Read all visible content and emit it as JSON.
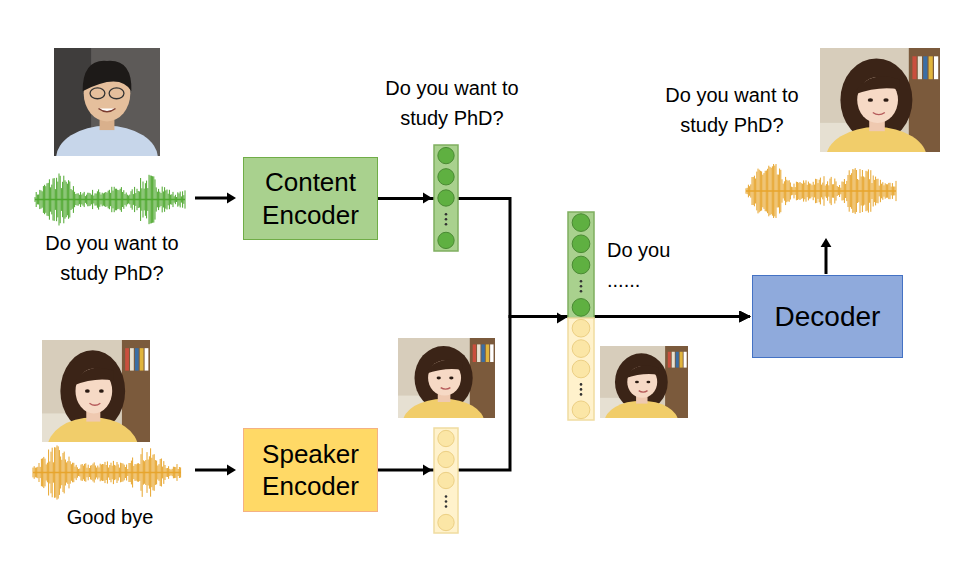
{
  "diagram": {
    "nodes": [
      {
        "text": [
          "Content Encoder"
        ]
      },
      {
        "text": [
          "Speaker Encoder"
        ]
      },
      {
        "text": [
          "Decoder"
        ]
      }
    ],
    "edges": [
      {
        "from": 0,
        "to": 2,
        "arrow": "to"
      },
      {
        "from": 1,
        "to": 2,
        "arrow": "to"
      }
    ],
    "labels": [
      "Do you want to study PhD?",
      "Good bye",
      "Do you want to study PhD?",
      "Do you ......",
      "Do you want to study PhD?"
    ]
  }
}
